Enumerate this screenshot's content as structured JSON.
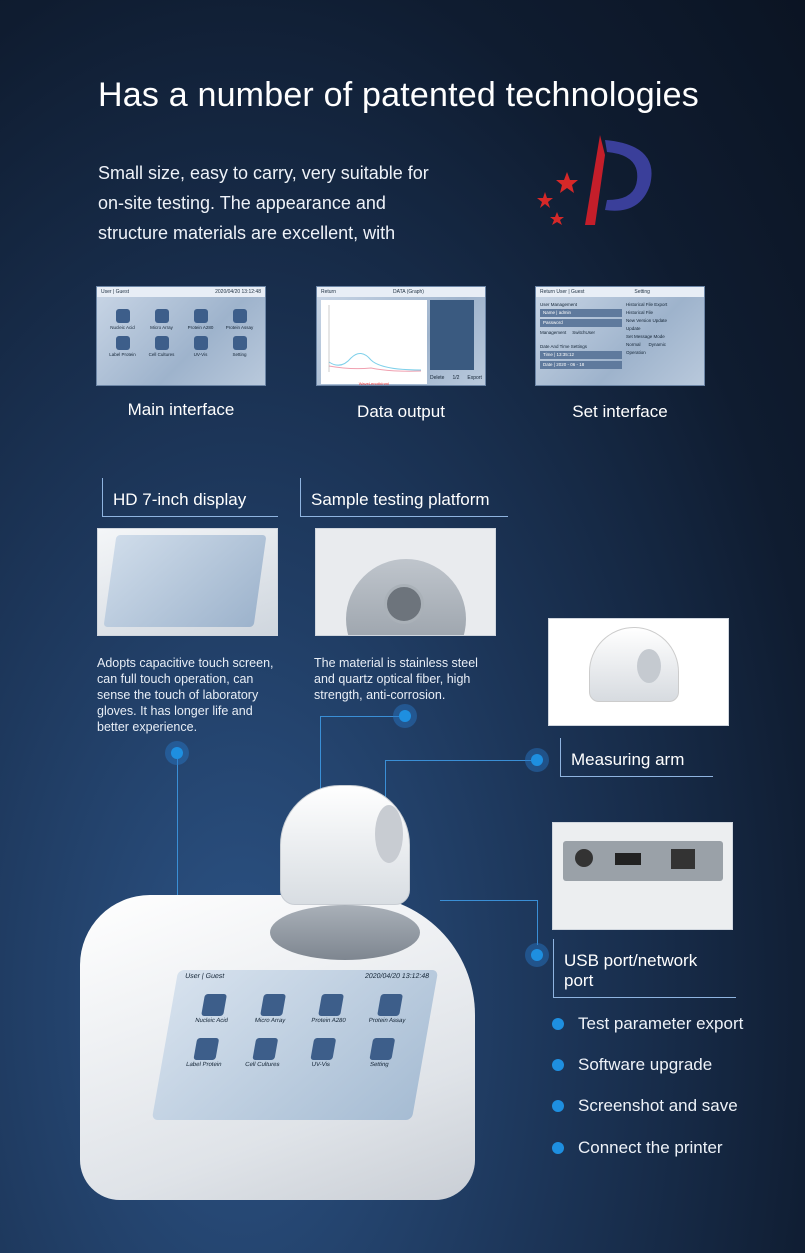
{
  "title": "Has a number of patented technologies",
  "intro": "Small size, easy to carry, very suitable for on-site testing. The appearance and structure materials are excellent, with",
  "screens": [
    {
      "caption": "Main interface",
      "header": "User | Guest",
      "time": "2020/04/20 13:12:48"
    },
    {
      "caption": "Data output",
      "header": "Return",
      "title": "DATA (Graph)",
      "xlabel": "WaveLength(nm)",
      "buttons": [
        "Delete",
        "Export"
      ],
      "page": "1/2"
    },
    {
      "caption": "Set interface",
      "header": "Return  User | Guest",
      "title": "Setting",
      "fields": {
        "user_mgmt": "User Management",
        "name_label": "Name",
        "name": "admin",
        "password_label": "Password",
        "management": "Management",
        "switch_user": "SwitchUser",
        "historical": "Historical File Export",
        "historical_btn": "Historical File",
        "update": "New Version Update",
        "update_btn": "Update",
        "datetime": "Date And Time Settings",
        "time_label": "Time",
        "time": "13:35:12",
        "date_label": "Date",
        "date": "2020 - 06 - 18",
        "message": "Set Message Mode",
        "normal": "Normal",
        "dynamic": "Dynamic",
        "operation": "Operation"
      }
    }
  ],
  "apps": [
    "Nucleic Acid",
    "Micro Array",
    "Protein A280",
    "Protein Assay",
    "Label Protein",
    "Cell Cultures",
    "UV-Vis",
    "Setting"
  ],
  "features": [
    {
      "label": "HD 7-inch display",
      "desc": "Adopts capacitive touch screen, can full touch operation, can sense the touch of laboratory gloves. It has longer life and better experience."
    },
    {
      "label": "Sample testing platform",
      "desc": "The material is stainless steel and quartz optical fiber, high strength, anti-corrosion."
    },
    {
      "label": "Measuring arm"
    },
    {
      "label": "USB port/network port"
    }
  ],
  "bullets": [
    "Test parameter export",
    "Software upgrade",
    "Screenshot and save",
    "Connect the printer"
  ],
  "device_screen": {
    "header": "User | Guest",
    "time": "2020/04/20 13:12:48"
  }
}
